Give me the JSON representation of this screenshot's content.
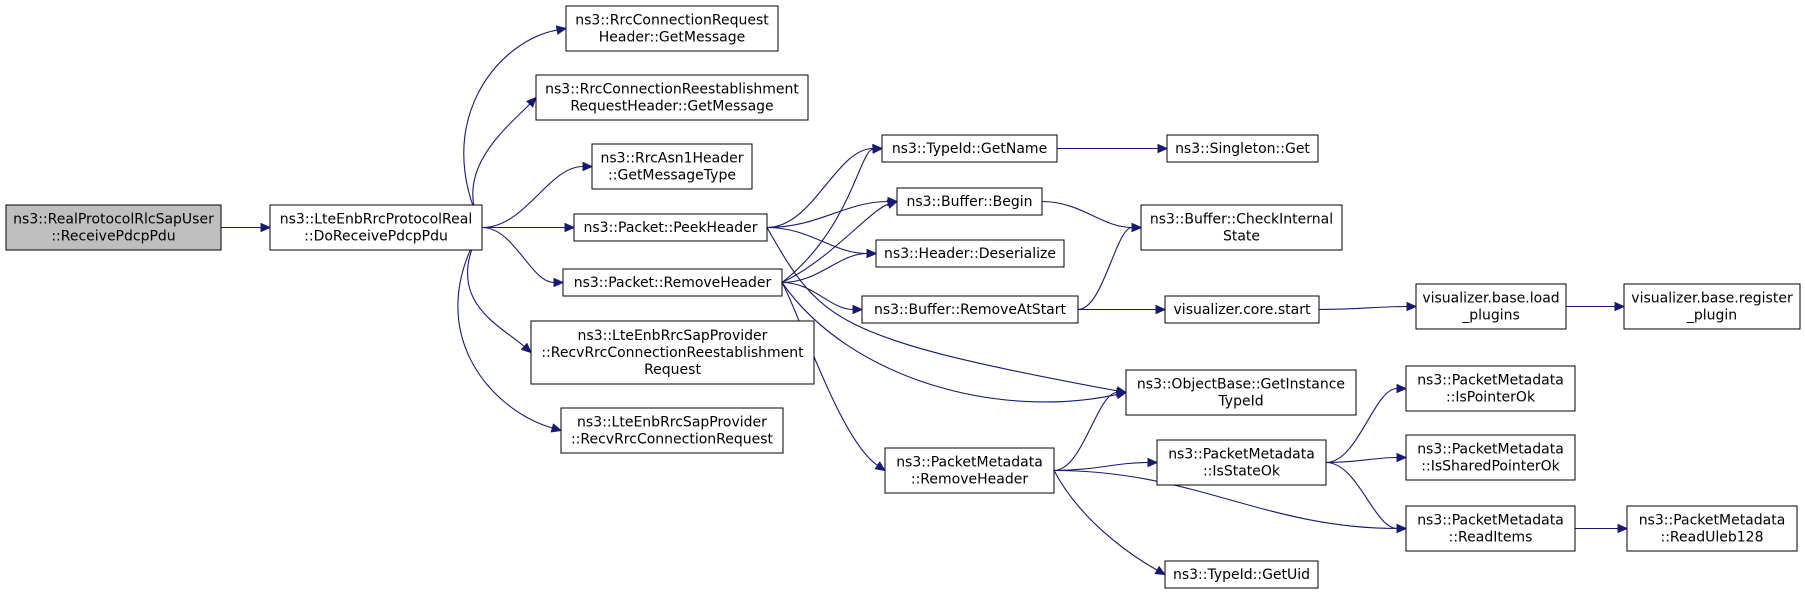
{
  "graph": {
    "nodes": [
      {
        "id": "receive",
        "lines": [
          "ns3::RealProtocolRlcSapUser",
          "::ReceivePdcpPdu"
        ],
        "highlight": true
      },
      {
        "id": "doreceive",
        "lines": [
          "ns3::LteEnbRrcProtocolReal",
          "::DoReceivePdcpPdu"
        ]
      },
      {
        "id": "rrc_req_getmsg",
        "lines": [
          "ns3::RrcConnectionRequest",
          "Header::GetMessage"
        ]
      },
      {
        "id": "rrc_reest_getmsg",
        "lines": [
          "ns3::RrcConnectionReestablishment",
          "RequestHeader::GetMessage"
        ]
      },
      {
        "id": "asn1_getmsgtype",
        "lines": [
          "ns3::RrcAsn1Header",
          "::GetMessageType"
        ]
      },
      {
        "id": "peekheader",
        "lines": [
          "ns3::Packet::PeekHeader"
        ]
      },
      {
        "id": "removeheader",
        "lines": [
          "ns3::Packet::RemoveHeader"
        ]
      },
      {
        "id": "recv_reest",
        "lines": [
          "ns3::LteEnbRrcSapProvider",
          "::RecvRrcConnectionReestablishment",
          "Request"
        ]
      },
      {
        "id": "recv_req",
        "lines": [
          "ns3::LteEnbRrcSapProvider",
          "::RecvRrcConnectionRequest"
        ]
      },
      {
        "id": "typeid_getname",
        "lines": [
          "ns3::TypeId::GetName"
        ]
      },
      {
        "id": "buffer_begin",
        "lines": [
          "ns3::Buffer::Begin"
        ]
      },
      {
        "id": "header_deserialize",
        "lines": [
          "ns3::Header::Deserialize"
        ]
      },
      {
        "id": "buffer_removeatstart",
        "lines": [
          "ns3::Buffer::RemoveAtStart"
        ]
      },
      {
        "id": "pm_removeheader",
        "lines": [
          "ns3::PacketMetadata",
          "::RemoveHeader"
        ]
      },
      {
        "id": "singleton_get",
        "lines": [
          "ns3::Singleton::Get"
        ]
      },
      {
        "id": "buffer_checkinternal",
        "lines": [
          "ns3::Buffer::CheckInternal",
          "State"
        ]
      },
      {
        "id": "vis_core_start",
        "lines": [
          "visualizer.core.start"
        ]
      },
      {
        "id": "objectbase_gettypeid",
        "lines": [
          "ns3::ObjectBase::GetInstance",
          "TypeId"
        ]
      },
      {
        "id": "pm_isstateok",
        "lines": [
          "ns3::PacketMetadata",
          "::IsStateOk"
        ]
      },
      {
        "id": "typeid_getuid",
        "lines": [
          "ns3::TypeId::GetUid"
        ]
      },
      {
        "id": "vis_load_plugins",
        "lines": [
          "visualizer.base.load",
          "_plugins"
        ]
      },
      {
        "id": "pm_ispointerok",
        "lines": [
          "ns3::PacketMetadata",
          "::IsPointerOk"
        ]
      },
      {
        "id": "pm_issharedpointerok",
        "lines": [
          "ns3::PacketMetadata",
          "::IsSharedPointerOk"
        ]
      },
      {
        "id": "pm_readitems",
        "lines": [
          "ns3::PacketMetadata",
          "::ReadItems"
        ]
      },
      {
        "id": "vis_register_plugin",
        "lines": [
          "visualizer.base.register",
          "_plugin"
        ]
      },
      {
        "id": "pm_readuleb128",
        "lines": [
          "ns3::PacketMetadata",
          "::ReadUleb128"
        ]
      }
    ],
    "edges": [
      [
        "receive",
        "doreceive"
      ],
      [
        "doreceive",
        "rrc_req_getmsg"
      ],
      [
        "doreceive",
        "rrc_reest_getmsg"
      ],
      [
        "doreceive",
        "asn1_getmsgtype"
      ],
      [
        "doreceive",
        "peekheader"
      ],
      [
        "doreceive",
        "removeheader"
      ],
      [
        "doreceive",
        "recv_reest"
      ],
      [
        "doreceive",
        "recv_req"
      ],
      [
        "peekheader",
        "typeid_getname"
      ],
      [
        "peekheader",
        "buffer_begin"
      ],
      [
        "peekheader",
        "header_deserialize"
      ],
      [
        "peekheader",
        "objectbase_gettypeid"
      ],
      [
        "removeheader",
        "typeid_getname"
      ],
      [
        "removeheader",
        "buffer_begin"
      ],
      [
        "removeheader",
        "header_deserialize"
      ],
      [
        "removeheader",
        "buffer_removeatstart"
      ],
      [
        "removeheader",
        "objectbase_gettypeid"
      ],
      [
        "removeheader",
        "pm_removeheader"
      ],
      [
        "typeid_getname",
        "singleton_get"
      ],
      [
        "buffer_begin",
        "buffer_checkinternal"
      ],
      [
        "buffer_removeatstart",
        "buffer_checkinternal"
      ],
      [
        "buffer_removeatstart",
        "vis_core_start"
      ],
      [
        "vis_core_start",
        "vis_load_plugins"
      ],
      [
        "vis_load_plugins",
        "vis_register_plugin"
      ],
      [
        "pm_removeheader",
        "objectbase_gettypeid"
      ],
      [
        "pm_removeheader",
        "pm_isstateok"
      ],
      [
        "pm_removeheader",
        "pm_readitems"
      ],
      [
        "pm_removeheader",
        "typeid_getuid"
      ],
      [
        "pm_isstateok",
        "pm_ispointerok"
      ],
      [
        "pm_isstateok",
        "pm_issharedpointerok"
      ],
      [
        "pm_isstateok",
        "pm_readitems"
      ],
      [
        "pm_readitems",
        "pm_readuleb128"
      ]
    ]
  }
}
